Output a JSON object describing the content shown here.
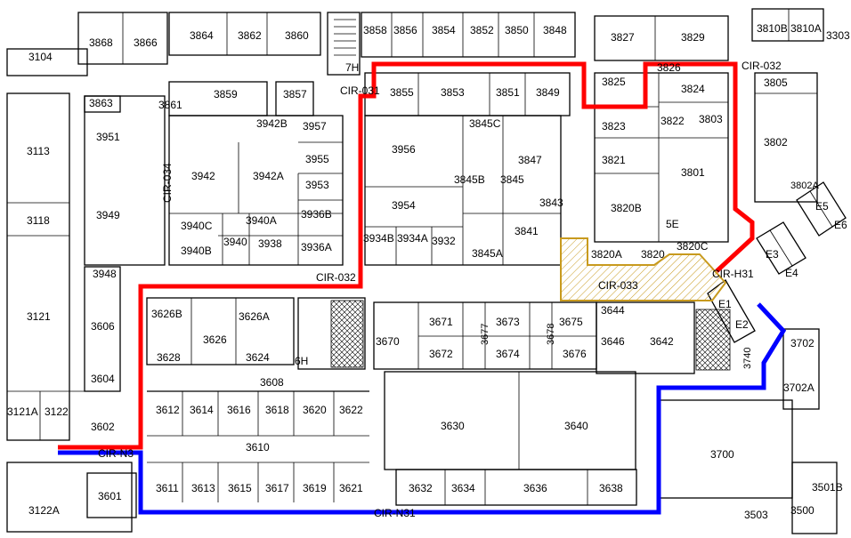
{
  "colors": {
    "red_route": "#ff0000",
    "blue_route": "#0000ff",
    "highlight_fill": "#f0d98a",
    "highlight_stroke": "#c89a1e",
    "walls": "#000000",
    "background": "#ffffff"
  },
  "highlight": {
    "label": "CIR-033"
  },
  "rooms": {
    "r3868": "3868",
    "r3866": "3866",
    "r3864": "3864",
    "r3862": "3862",
    "r3860": "3860",
    "r3858": "3858",
    "r3856": "3856",
    "r3854": "3854",
    "r3852": "3852",
    "r3850": "3850",
    "r3848": "3848",
    "r3827": "3827",
    "r3829": "3829",
    "r3810b": "3810B",
    "r3810a": "3810A",
    "r3303": "3303",
    "r3104": "3104",
    "r7h": "7H",
    "r3826": "3826",
    "cir032a": "CIR-032",
    "r3825": "3825",
    "r3805": "3805",
    "r3863": "3863",
    "r3861": "3861",
    "r3859": "3859",
    "r3857": "3857",
    "cir031": "CIR-031",
    "r3855": "3855",
    "r3853": "3853",
    "r3851": "3851",
    "r3849": "3849",
    "r3824": "3824",
    "r3822": "3822",
    "r3803": "3803",
    "r3823": "3823",
    "r3802": "3802",
    "r3113": "3113",
    "r3951": "3951",
    "r3942b": "3942B",
    "r3957": "3957",
    "r3845c": "3845C",
    "r3956": "3956",
    "r3847": "3847",
    "r3821": "3821",
    "r3801": "3801",
    "r3955": "3955",
    "r3942": "3942",
    "r3942a": "3942A",
    "r3953": "3953",
    "r3845b": "3845B",
    "r3845": "3845",
    "r3843": "3843",
    "r3802a": "3802A",
    "e5": "E5",
    "e6": "E6",
    "cir034": "CIR-034",
    "r3118": "3118",
    "r3949": "3949",
    "r3954": "3954",
    "r3820b": "3820B",
    "r3940a": "3940A",
    "r3936b": "3936B",
    "r3940c": "3940C",
    "r3940": "3940",
    "r3938": "3938",
    "r3934b": "3934B",
    "r3934a": "3934A",
    "r3932": "3932",
    "r3841": "3841",
    "r5e": "5E",
    "r3820a": "3820A",
    "r3820": "3820",
    "r3820c": "3820C",
    "e3": "E3",
    "e4": "E4",
    "r3940b": "3940B",
    "r3936a": "3936A",
    "r3845a": "3845A",
    "r3948": "3948",
    "cir032b": "CIR-032",
    "cirh31": "CIR-H31",
    "r3121": "3121",
    "r3626b": "3626B",
    "r3626a": "3626A",
    "r3644": "3644",
    "e1": "E1",
    "r3606": "3606",
    "r3626": "3626",
    "r3671": "3671",
    "r3673": "3673",
    "r3675": "3675",
    "r3670": "3670",
    "r3677": "3677",
    "r3678": "3678",
    "r3646": "3646",
    "r3642": "3642",
    "e2": "E2",
    "r3702": "3702",
    "r3628": "3628",
    "r3624": "3624",
    "r6h": "6H",
    "r3672": "3672",
    "r3674": "3674",
    "r3676": "3676",
    "r3740": "3740",
    "r3604": "3604",
    "r3608": "3608",
    "r3702a": "3702A",
    "r3121a": "3121A",
    "r3122": "3122",
    "r3612": "3612",
    "r3614": "3614",
    "r3616": "3616",
    "r3618": "3618",
    "r3620": "3620",
    "r3622": "3622",
    "r3630": "3630",
    "r3640": "3640",
    "r3602": "3602",
    "r3610": "3610",
    "cirn3": "CIR-N3",
    "r3700": "3700",
    "r3611": "3611",
    "r3613": "3613",
    "r3615": "3615",
    "r3617": "3617",
    "r3619": "3619",
    "r3621": "3621",
    "r3632": "3632",
    "r3634": "3634",
    "r3636": "3636",
    "r3638": "3638",
    "r3601": "3601",
    "r3501b": "3501B",
    "r3122a": "3122A",
    "cirn31": "CIR-N31",
    "r3503": "3503",
    "r3500": "3500"
  }
}
